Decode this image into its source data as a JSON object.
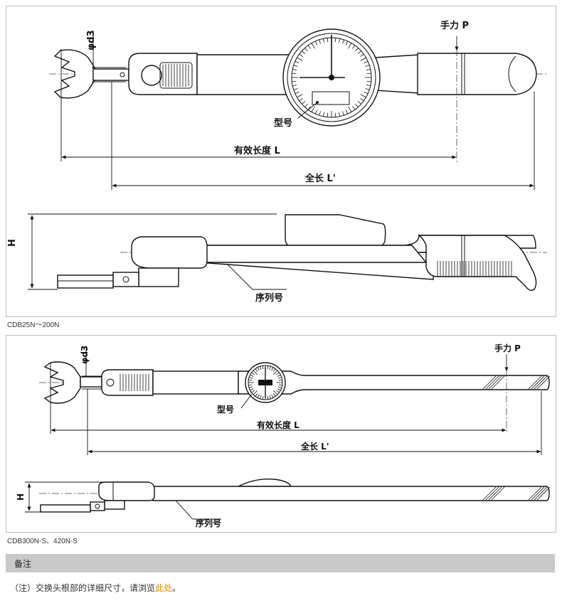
{
  "diagram1": {
    "label_phi_d3": "φd3",
    "label_hand_force": "手力 P",
    "label_model": "型号",
    "label_effective_length": "有效长度 L",
    "label_total_length": "全长 L'",
    "label_height": "H",
    "label_serial": "序列号"
  },
  "caption1": "CDB25N～200N",
  "diagram2": {
    "label_phi_d3": "φd3",
    "label_hand_force": "手力 P",
    "label_model": "型号",
    "label_effective_length": "有效长度 L",
    "label_total_length": "全长 L'",
    "label_height": "H",
    "label_serial": "序列号"
  },
  "caption2": "CDB300N-S、420N-S",
  "notes": {
    "title": "备注",
    "text_before": "（注）交换头根部的详细尺寸，请浏览",
    "link_text": "此处",
    "text_after": "。"
  }
}
